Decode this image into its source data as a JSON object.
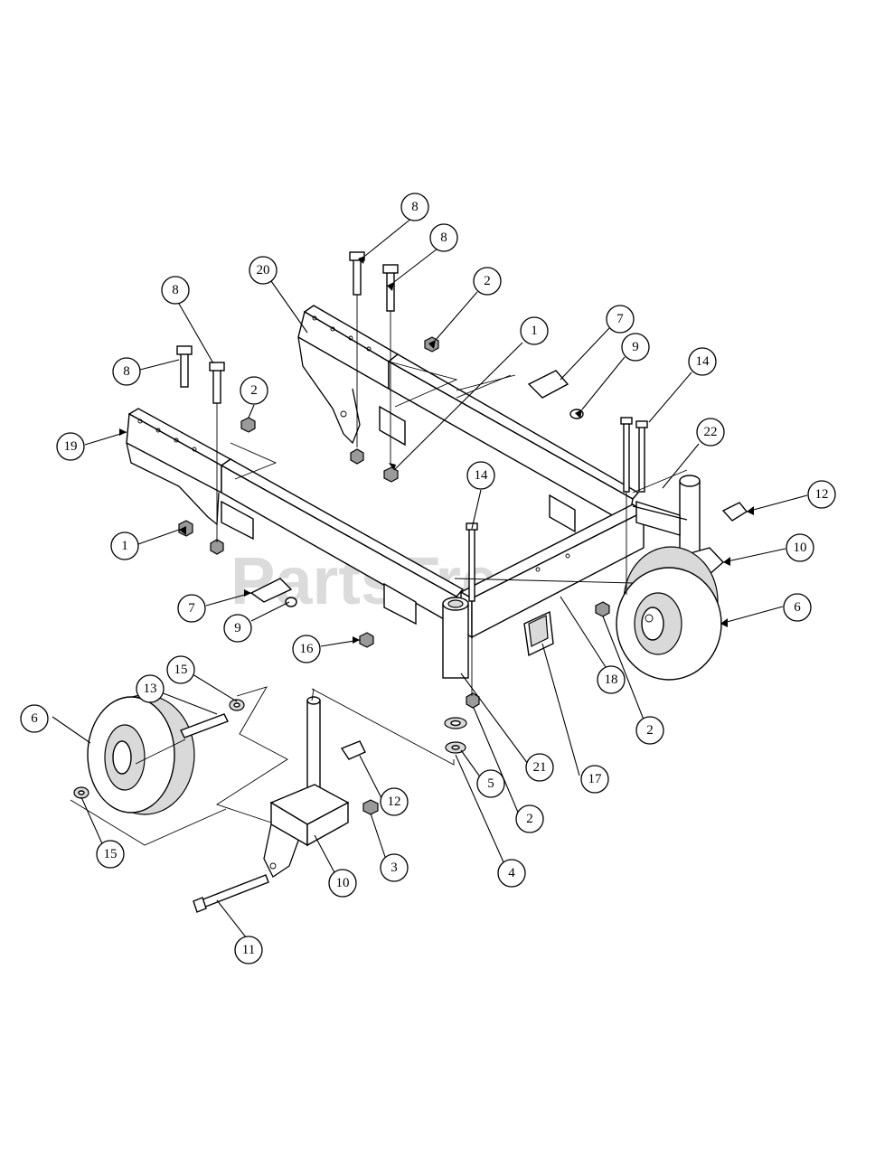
{
  "watermark": "PartsTree",
  "callouts": [
    {
      "label": "8"
    },
    {
      "label": "8"
    },
    {
      "label": "20"
    },
    {
      "label": "2"
    },
    {
      "label": "1"
    },
    {
      "label": "7"
    },
    {
      "label": "9"
    },
    {
      "label": "14"
    },
    {
      "label": "22"
    },
    {
      "label": "12"
    },
    {
      "label": "10"
    },
    {
      "label": "6"
    },
    {
      "label": "8"
    },
    {
      "label": "8"
    },
    {
      "label": "2"
    },
    {
      "label": "19"
    },
    {
      "label": "1"
    },
    {
      "label": "7"
    },
    {
      "label": "9"
    },
    {
      "label": "14"
    },
    {
      "label": "16"
    },
    {
      "label": "18"
    },
    {
      "label": "2"
    },
    {
      "label": "15"
    },
    {
      "label": "13"
    },
    {
      "label": "6"
    },
    {
      "label": "12"
    },
    {
      "label": "5"
    },
    {
      "label": "21"
    },
    {
      "label": "17"
    },
    {
      "label": "2"
    },
    {
      "label": "3"
    },
    {
      "label": "4"
    },
    {
      "label": "15"
    },
    {
      "label": "10"
    },
    {
      "label": "11"
    }
  ]
}
